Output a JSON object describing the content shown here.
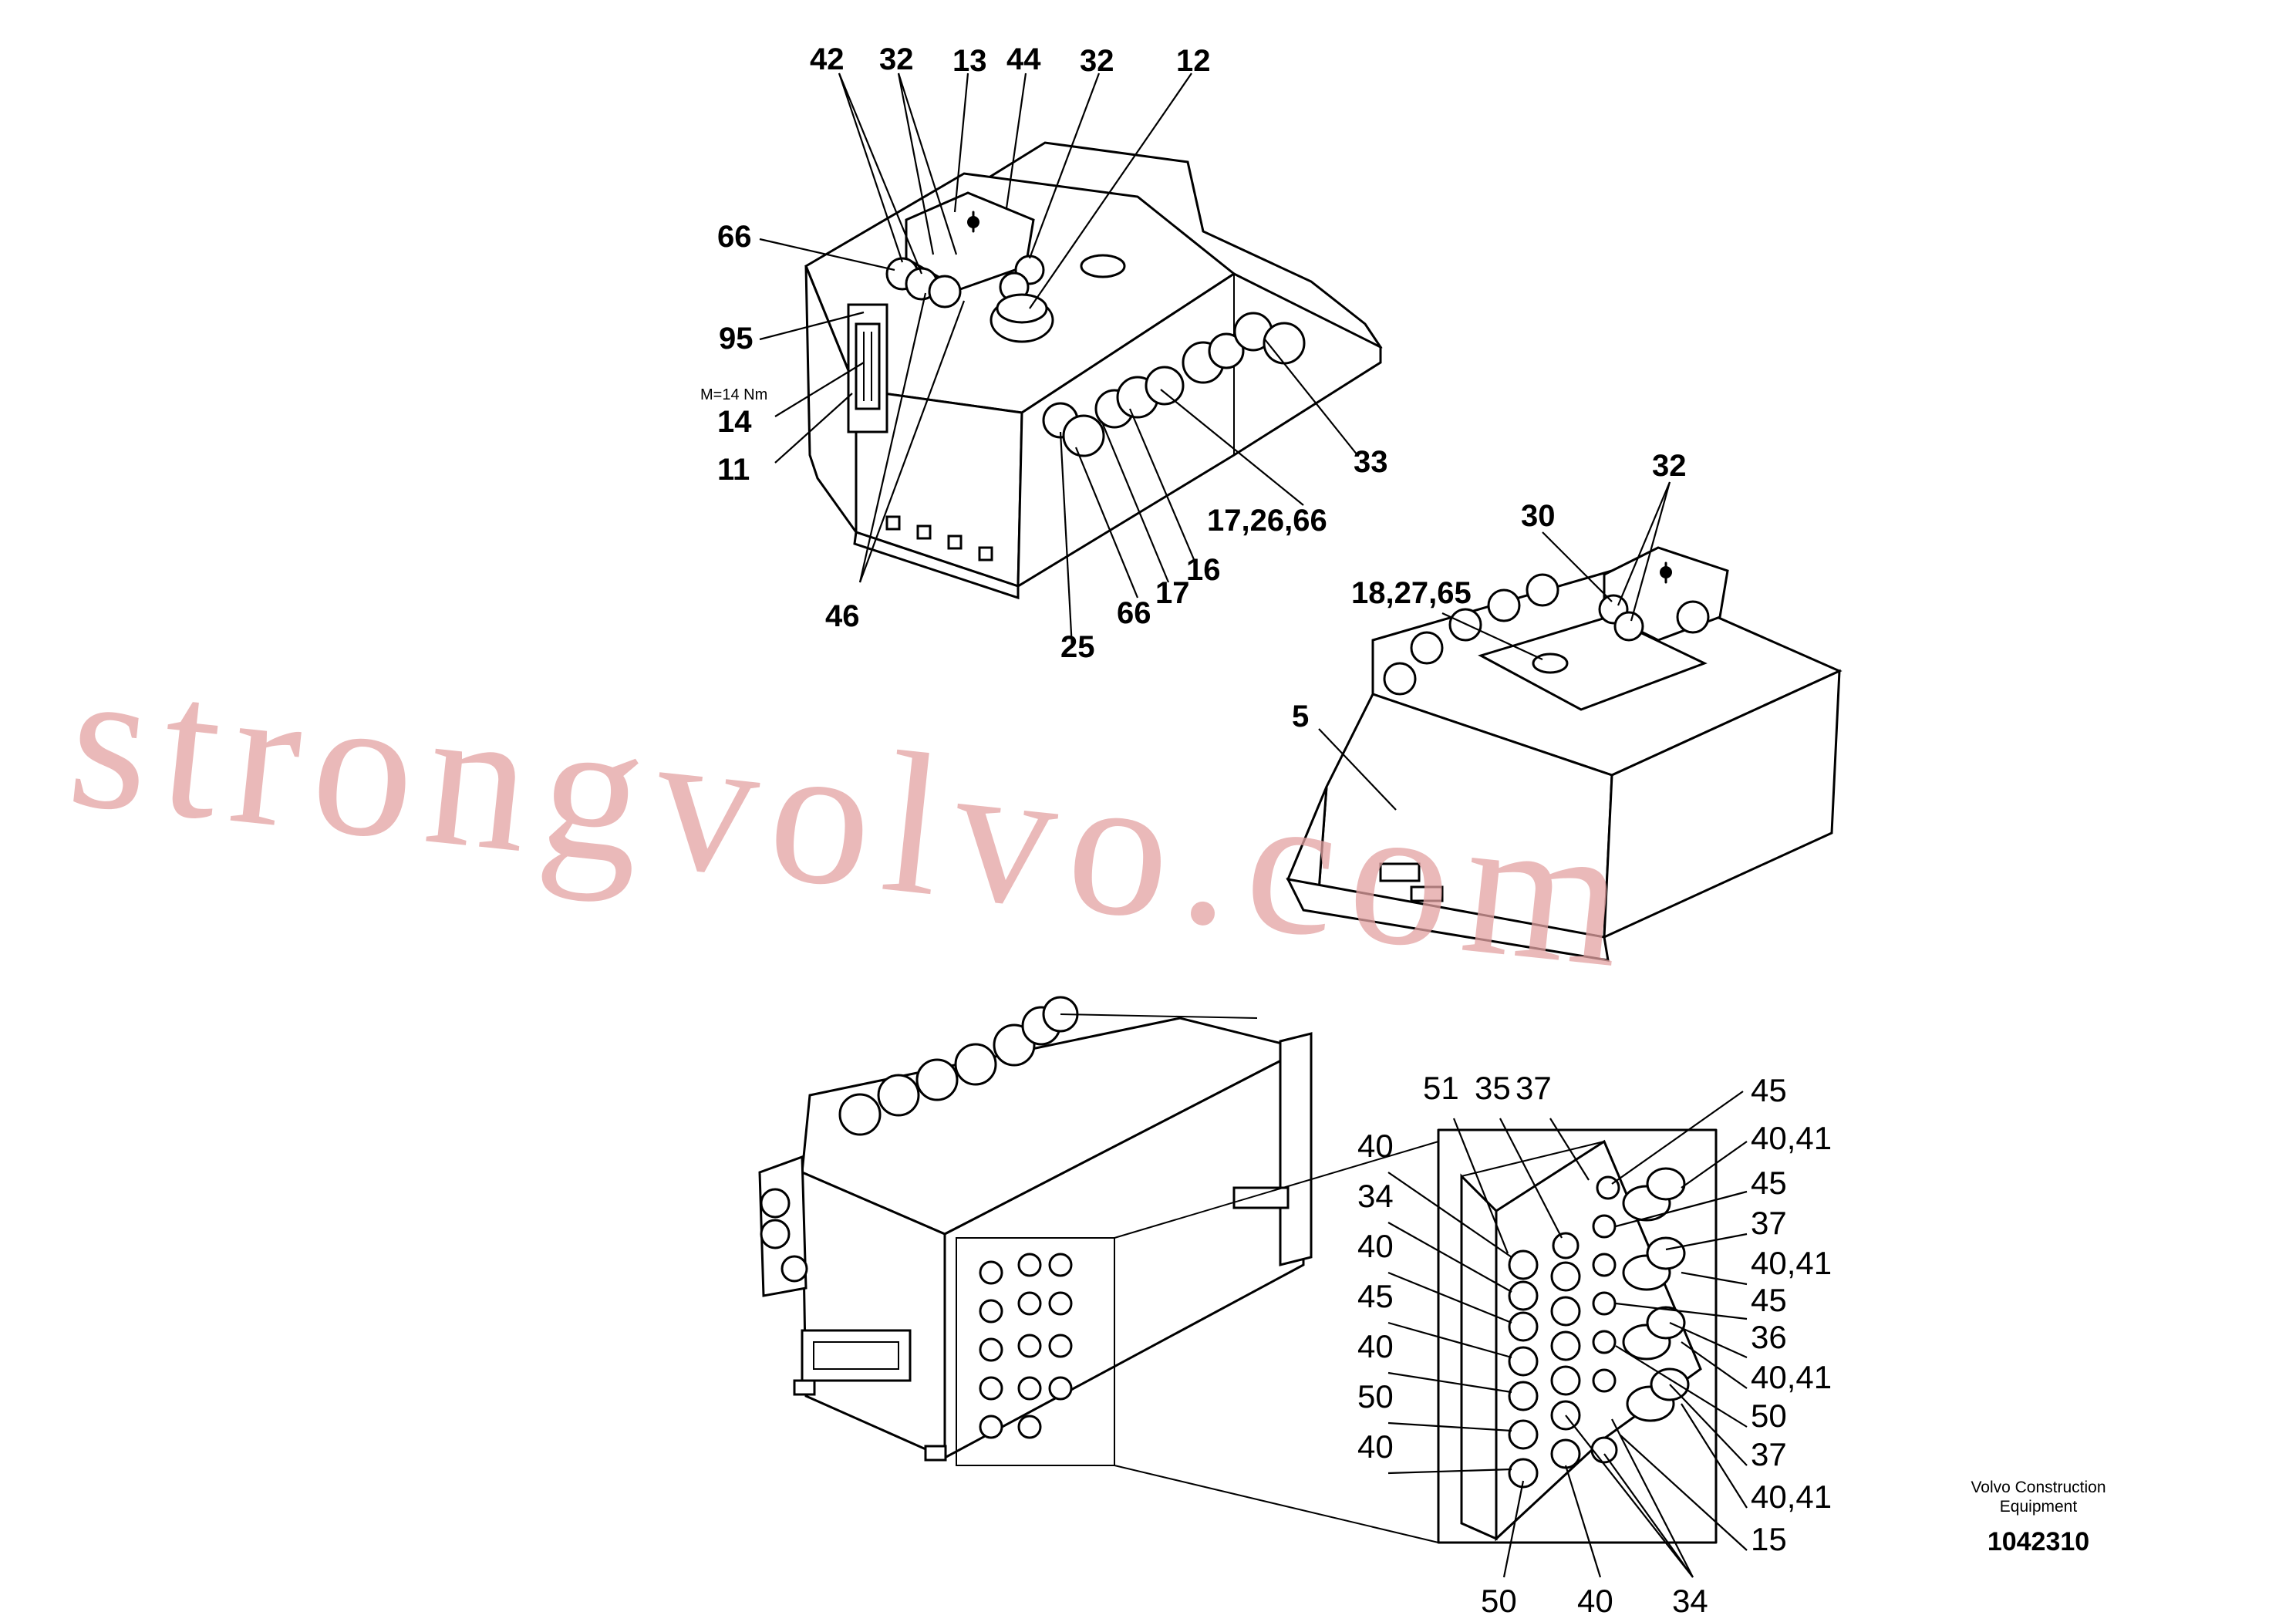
{
  "torque_note": "M=14 Nm",
  "top_view_labels": [
    "42",
    "32",
    "13",
    "44",
    "32",
    "12",
    "66",
    "95",
    "14",
    "11",
    "46",
    "25",
    "66",
    "17",
    "16",
    "17,26,66",
    "33"
  ],
  "middle_view_labels": [
    "32",
    "30",
    "18,27,65",
    "5"
  ],
  "detail_left_labels": [
    "51",
    "35",
    "37",
    "40",
    "34",
    "40",
    "45",
    "40",
    "50",
    "40"
  ],
  "detail_right_labels": [
    "45",
    "40,41",
    "45",
    "37",
    "40,41",
    "45",
    "36",
    "40,41",
    "50",
    "37",
    "40,41",
    "15"
  ],
  "detail_bottom_labels": [
    "50",
    "40",
    "34"
  ],
  "brand": {
    "line1": "Volvo Construction",
    "line2": "Equipment"
  },
  "part_number": "1042310",
  "watermark": "strongvolvo.com"
}
